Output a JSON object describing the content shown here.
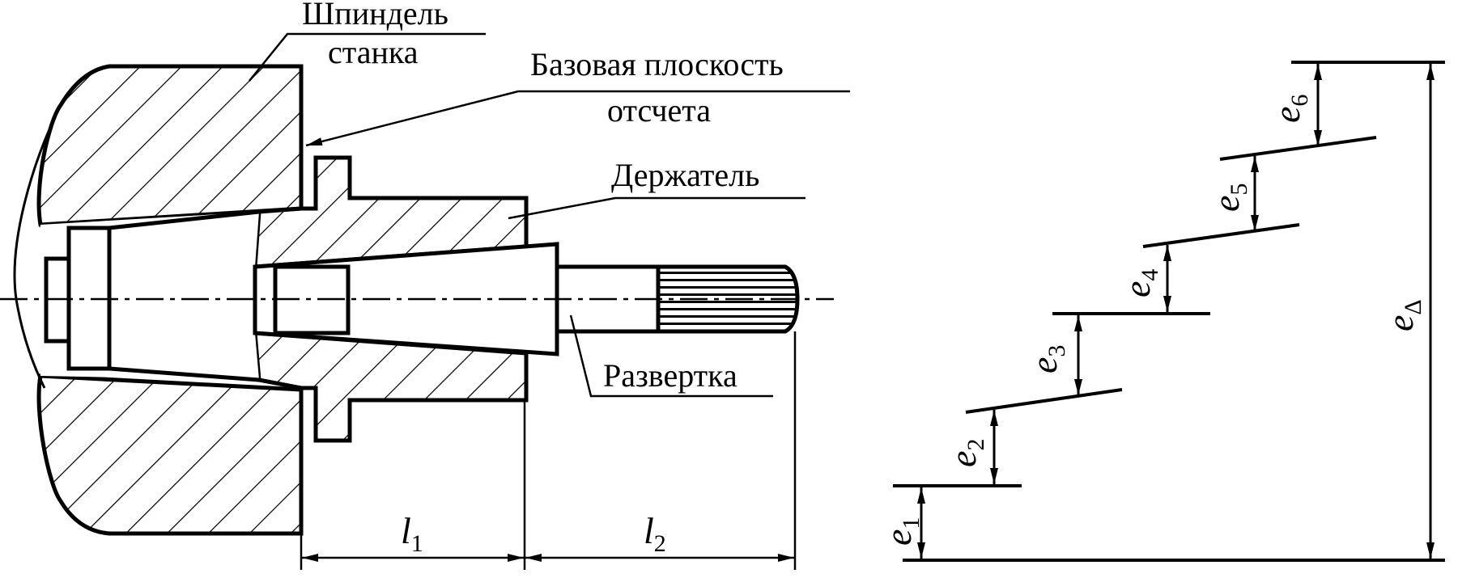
{
  "labels": {
    "spindle_line1": "Шпиндель",
    "spindle_line2": "станка",
    "base_plane_line1": "Базовая плоскость",
    "base_plane_line2": "отсчета",
    "holder": "Держатель",
    "reamer": "Развертка"
  },
  "dimensions": {
    "l1_symbol": "l",
    "l1_index": "1",
    "l2_symbol": "l",
    "l2_index": "2"
  },
  "errors": {
    "e1_symbol": "e",
    "e1_index": "1",
    "e2_symbol": "e",
    "e2_index": "2",
    "e3_symbol": "e",
    "e3_index": "3",
    "e4_symbol": "e",
    "e4_index": "4",
    "e5_symbol": "e",
    "e5_index": "5",
    "e6_symbol": "e",
    "e6_index": "6",
    "total_symbol": "e",
    "total_index": "Δ"
  }
}
